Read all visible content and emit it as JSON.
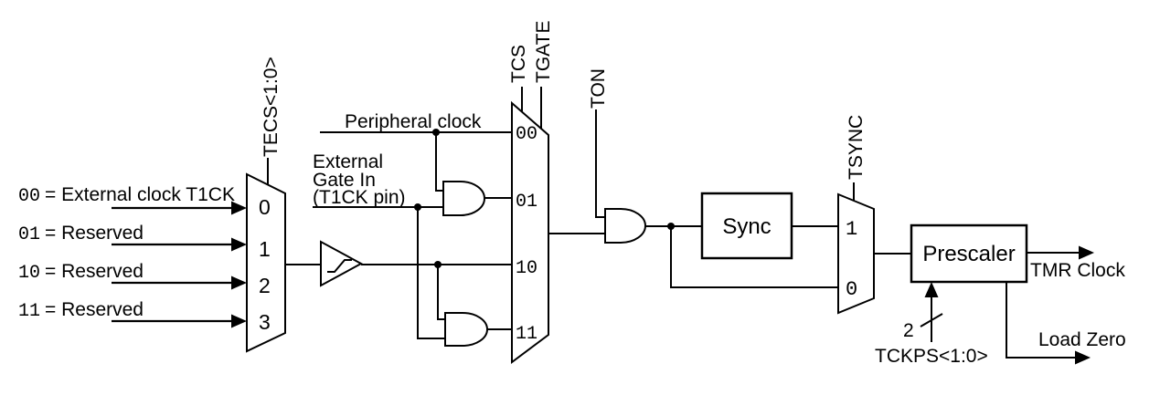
{
  "figure": {
    "colors": {
      "line": "#000000",
      "background": "#ffffff"
    },
    "input_legend": [
      {
        "code": "00",
        "label": "= External clock T1CK"
      },
      {
        "code": "01",
        "label": "= Reserved"
      },
      {
        "code": "10",
        "label": "= Reserved"
      },
      {
        "code": "11",
        "label": "= Reserved"
      }
    ],
    "tecs_mux": {
      "select": "TECS<1:0>",
      "ports": [
        "0",
        "1",
        "2",
        "3"
      ]
    },
    "peripheral_clock_label": "Peripheral clock",
    "external_gate_label": [
      "External",
      "Gate In",
      "(T1CK pin)"
    ],
    "tcs_tgate_mux": {
      "selects": [
        "TCS",
        "TGATE"
      ],
      "ports": [
        "00",
        "01",
        "10",
        "11"
      ]
    },
    "ton_label": "TON",
    "sync_box": "Sync",
    "tsync_mux": {
      "select": "TSYNC",
      "ports": [
        "1",
        "0"
      ]
    },
    "prescaler_box": "Prescaler",
    "tckps": {
      "width": "2",
      "label": "TCKPS<1:0>"
    },
    "tmr_clock_label": "TMR Clock",
    "load_zero_label": "Load Zero"
  }
}
